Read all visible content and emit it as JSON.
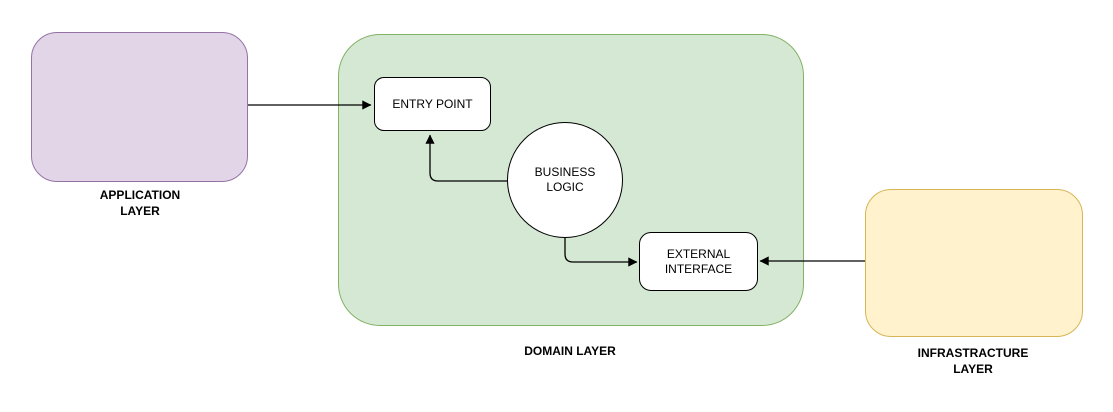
{
  "diagram": {
    "layers": {
      "application": {
        "label_line1": "APPLICATION",
        "label_line2": "LAYER",
        "fill": "#E1D5E7",
        "border": "#9673A6"
      },
      "domain": {
        "label": "DOMAIN LAYER",
        "fill": "#D5E8D4",
        "border": "#82B366"
      },
      "infrastructure": {
        "label_line1": "INFRASTRACTURE",
        "label_line2": "LAYER",
        "fill": "#FFF2CC",
        "border": "#D6B656"
      }
    },
    "nodes": {
      "entry_point": {
        "label": "ENTRY POINT",
        "fill": "#FFFFFF",
        "border": "#000000"
      },
      "business_logic": {
        "label_line1": "BUSINESS",
        "label_line2": "LOGIC",
        "fill": "#FFFFFF",
        "border": "#000000"
      },
      "external_interface": {
        "label_line1": "EXTERNAL",
        "label_line2": "INTERFACE",
        "fill": "#FFFFFF",
        "border": "#000000"
      }
    },
    "connectors": {
      "color": "#000000",
      "application_to_entry_point": "application → entry point",
      "business_logic_to_entry_point": "business logic → entry point",
      "business_logic_to_external_interface": "business logic → external interface",
      "infrastructure_to_external_interface": "infrastructure → external interface"
    }
  }
}
